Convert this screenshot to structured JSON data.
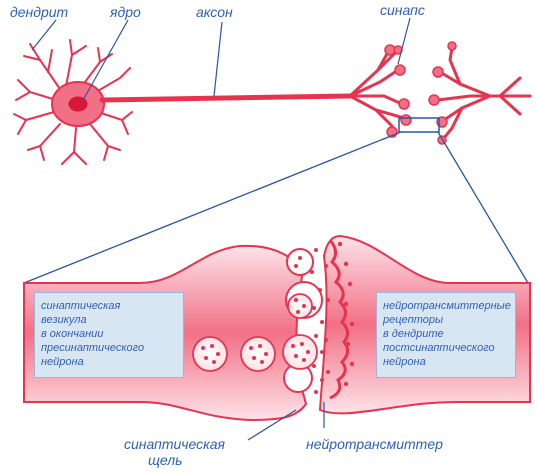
{
  "colors": {
    "neuron": "#e8334f",
    "neuron_fill": "#f27086",
    "nucleus": "#d9173a",
    "label": "#2f5fb8",
    "callout": "#d8e6f4",
    "guide": "#2a55a8"
  },
  "labels": {
    "dendrite": "дендрит",
    "nucleus": "ядро",
    "axon": "аксон",
    "synapse": "синапс",
    "cleft_lines": [
      "синаптическая",
      "щель"
    ],
    "neurotransmitter": "нейротрансмиттер"
  },
  "left_box": {
    "lines": [
      "синаптическая",
      "везикула",
      "в окончании",
      "пресинаптического",
      "нейрона"
    ]
  },
  "right_box": {
    "lines": [
      "нейротрансмиттерные",
      "рецепторы",
      "в дендрите",
      "постсинаптического",
      "нейрона"
    ]
  }
}
